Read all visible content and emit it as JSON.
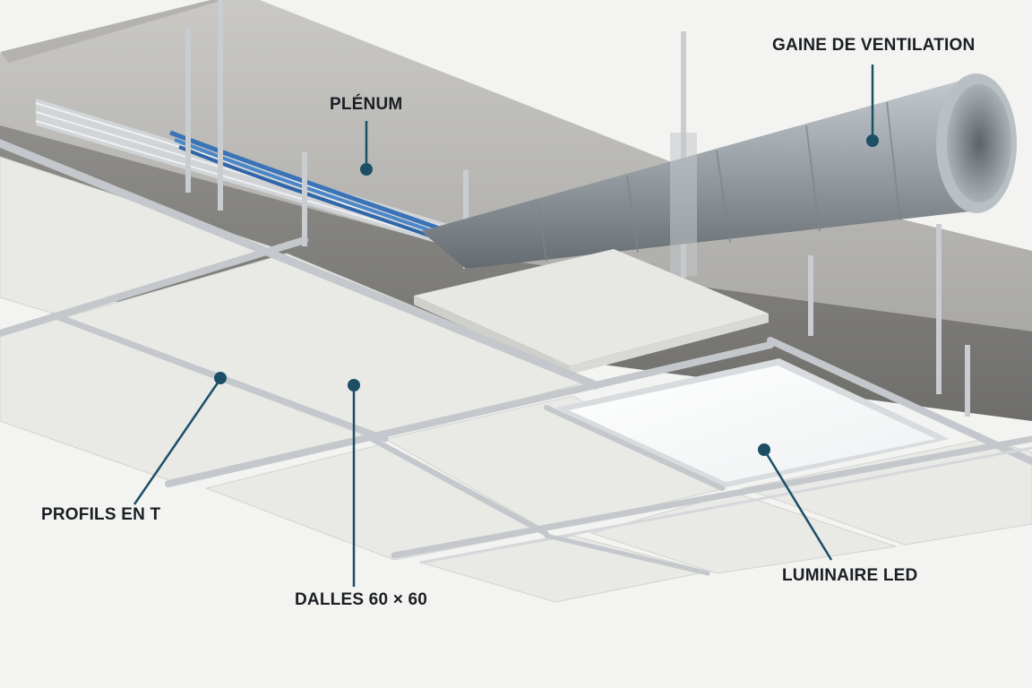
{
  "labels": {
    "plenum": "PLÉNUM",
    "duct": "GAINE DE VENTILATION",
    "tprofiles": "PROFILS EN T",
    "tiles": "DALLES 60 × 60",
    "led": "LUMINAIRE LED"
  },
  "colors": {
    "background": "#f3f3f1",
    "concrete": "#bdbcb8",
    "tile": "#e9e9e6",
    "grid_metal": "#c4c8cc",
    "duct_steel": "#9aa2a8",
    "cables": "#3a73b8",
    "led_panel": "#fbfbf8",
    "leader_lines": "#1c4f66",
    "label_text": "#1a1f24"
  }
}
